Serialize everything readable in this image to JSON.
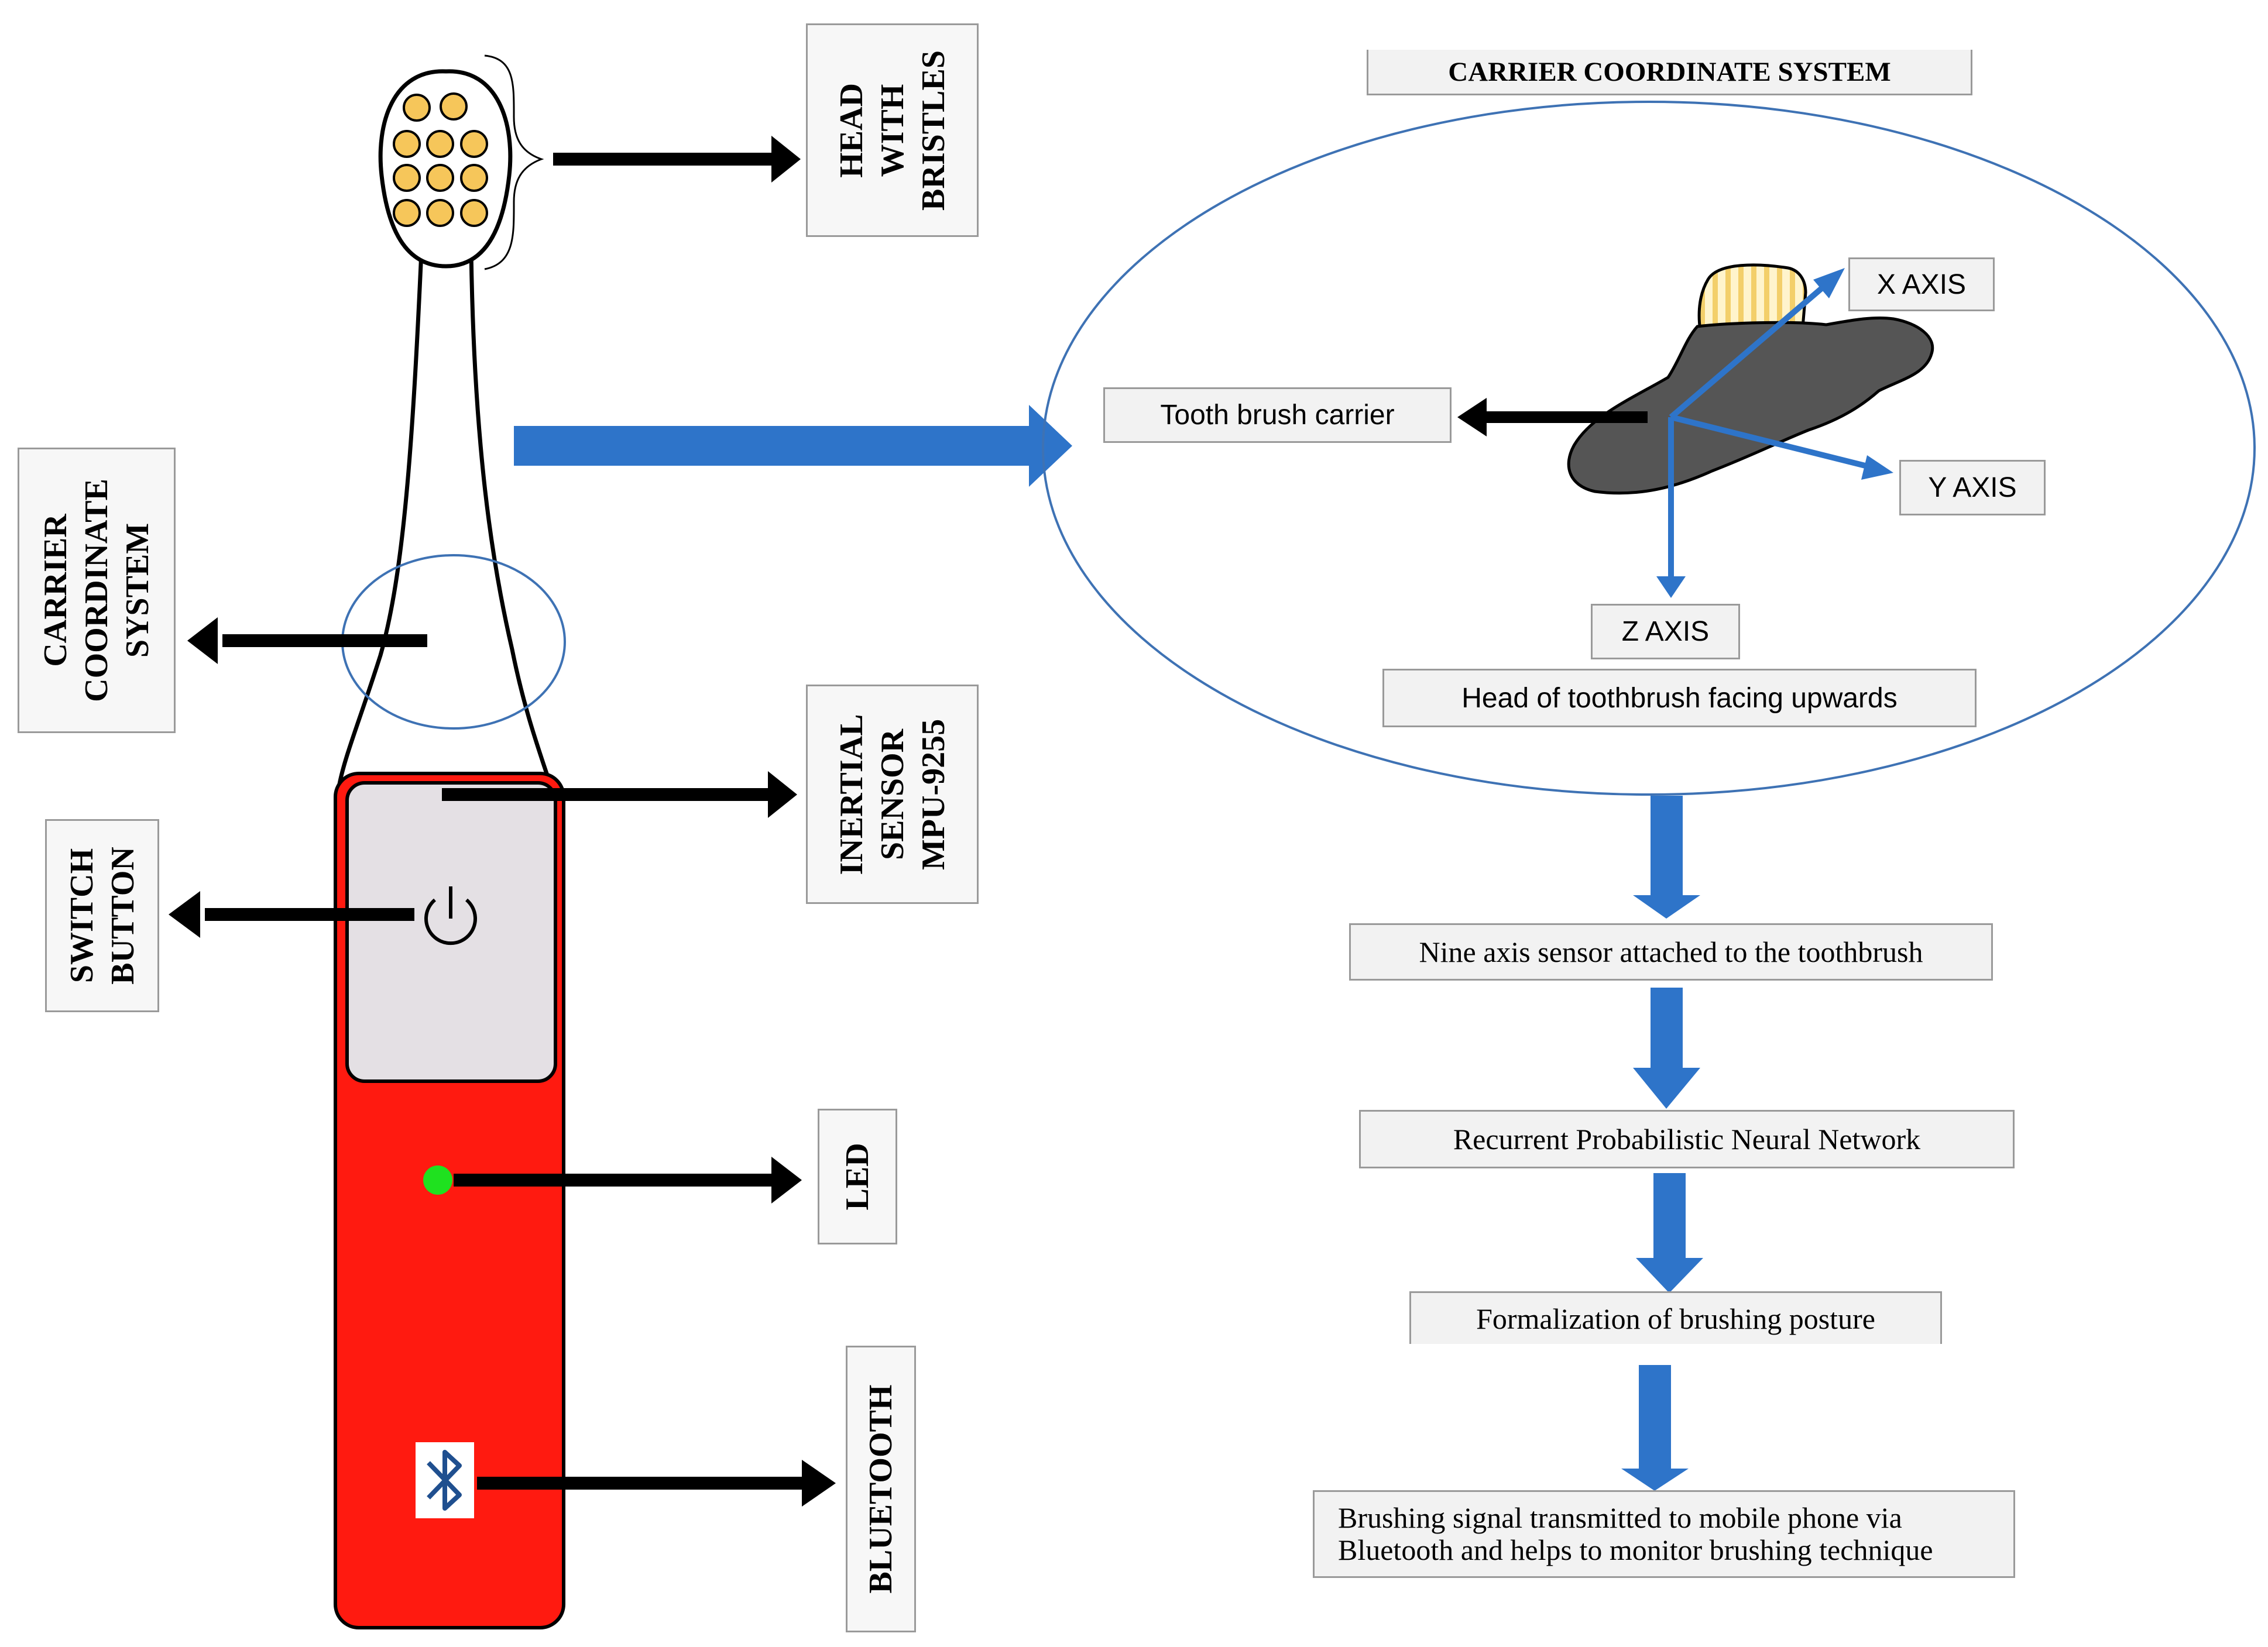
{
  "labels": {
    "head_with_bristles": [
      "HEAD",
      "WITH",
      "BRISTLES"
    ],
    "carrier_coordinate_system": [
      "CARRIER",
      "COORDINATE",
      "SYSTEM"
    ],
    "inertial_sensor": [
      "INERTIAL",
      "SENSOR",
      "MPU-9255"
    ],
    "switch_button": [
      "SWITCH",
      "BUTTON"
    ],
    "led": "LED",
    "bluetooth": "BLUETOOTH"
  },
  "detail": {
    "title": "CARRIER COORDINATE SYSTEM",
    "carrier_label": "Tooth brush carrier",
    "x_axis": "X AXIS",
    "y_axis": "Y AXIS",
    "z_axis": "Z AXIS",
    "caption": "Head of toothbrush facing upwards"
  },
  "flow": [
    "Nine axis sensor attached to the toothbrush",
    "Recurrent Probabilistic Neural Network",
    "Formalization of brushing posture",
    "Brushing signal transmitted to mobile phone via Bluetooth and helps to monitor brushing technique"
  ],
  "colors": {
    "body_red": "#ff1a10",
    "panel_grey": "#e4e0e4",
    "bristle_yellow": "#f6c65a",
    "led_green": "#1fe11f",
    "arrow_blue": "#2e74c9",
    "ellipse_stroke": "#3e72b4",
    "carrier_dark": "#555555",
    "bluetooth_icon": "#1f4f8f"
  },
  "icons": [
    "power-icon",
    "bluetooth-icon"
  ]
}
